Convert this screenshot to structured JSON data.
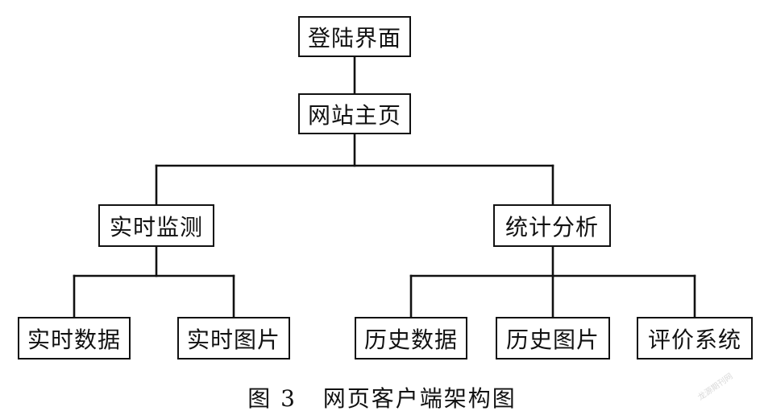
{
  "diagram": {
    "nodes": {
      "login": "登陆界面",
      "home": "网站主页",
      "monitor": "实时监测",
      "analysis": "统计分析",
      "realtime_data": "实时数据",
      "realtime_image": "实时图片",
      "history_data": "历史数据",
      "history_image": "历史图片",
      "evaluation": "评价系统"
    },
    "edges": [
      [
        "login",
        "home"
      ],
      [
        "home",
        "monitor"
      ],
      [
        "home",
        "analysis"
      ],
      [
        "monitor",
        "realtime_data"
      ],
      [
        "monitor",
        "realtime_image"
      ],
      [
        "analysis",
        "history_data"
      ],
      [
        "analysis",
        "history_image"
      ],
      [
        "analysis",
        "evaluation"
      ]
    ]
  },
  "caption": "图 3   网页客户端架构图",
  "watermark": "龙源期刊网"
}
